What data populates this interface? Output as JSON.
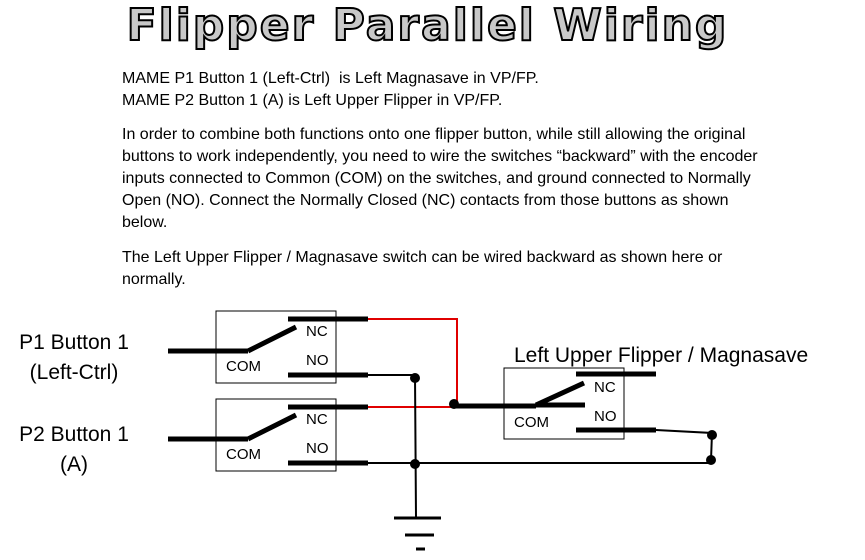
{
  "title": "Flipper Parallel Wiring",
  "intro": {
    "line1": "MAME P1 Button 1 (Left-Ctrl)  is Left Magnasave in VP/FP.",
    "line2": "MAME P2 Button 1 (A) is Left Upper Flipper in VP/FP.",
    "paragraph": "In order to combine both functions onto one flipper button, while still allowing the original buttons to work independently, you need to wire the switches “backward” with the encoder inputs connected to Common (COM) on the switches, and ground connected to Normally Open (NO). Connect the Normally Closed (NC) contacts from those buttons as shown below.",
    "note": "The Left Upper Flipper / Magnasave switch can be wired backward as shown here or normally."
  },
  "diagram": {
    "p1_label": "P1 Button 1",
    "p1_sub": "(Left-Ctrl)",
    "p2_label": "P2 Button 1",
    "p2_sub": "(A)",
    "combined_label": "Left Upper Flipper / Magnasave",
    "nc": "NC",
    "no": "NO",
    "com": "COM",
    "red_wire_color": "#e00000"
  }
}
